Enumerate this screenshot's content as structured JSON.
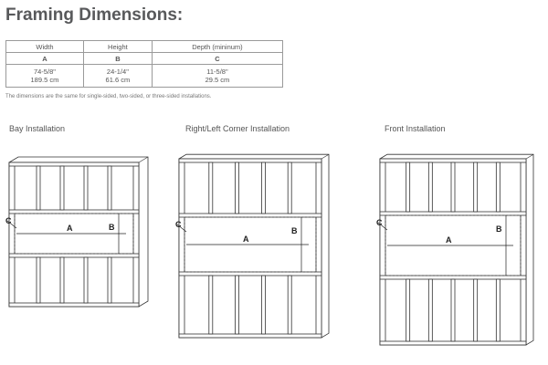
{
  "title": "Framing Dimensions:",
  "table": {
    "headers": [
      "Width",
      "Height",
      "Depth (mininum)"
    ],
    "letters": [
      "A",
      "B",
      "C"
    ],
    "values_in": [
      "74-5/8\"",
      "24-1/4\"",
      "11-5/8\""
    ],
    "values_cm": [
      "189.5 cm",
      "61.6 cm",
      "29.5 cm"
    ]
  },
  "note": "The dimensions are the same for single-sided, two-sided, or three-sided installations.",
  "installations": [
    {
      "label": "Bay Installation"
    },
    {
      "label": "Right/Left Corner Installation"
    },
    {
      "label": "Front Installation"
    }
  ],
  "dimension_labels": {
    "a": "A",
    "b": "B",
    "c": "C"
  }
}
